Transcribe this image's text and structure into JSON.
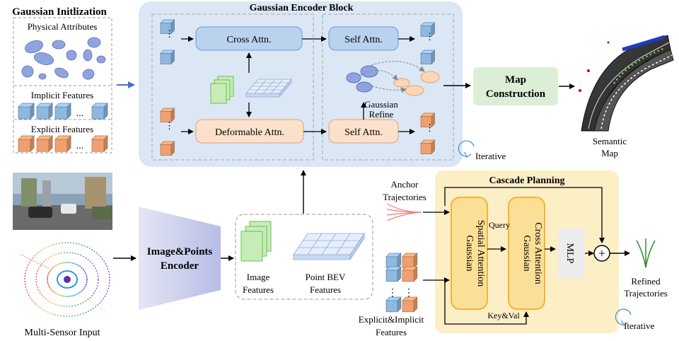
{
  "init": {
    "title": "Gaussian Initlization",
    "physical": "Physical Attributes",
    "implicit": "Implicit Features",
    "explicit": "Explicit Features",
    "dots": "..."
  },
  "encoder": {
    "title": "Gaussian Encoder Block",
    "cross": "Cross Attn.",
    "self_top": "Self Attn.",
    "deform": "Deformable Attn.",
    "self_bottom": "Self Attn.",
    "refine_1": "Gaussian",
    "refine_2": "Refine",
    "iterative": "Iterative"
  },
  "map": {
    "box_1": "Map",
    "box_2": "Construction",
    "label_1": "Semantic",
    "label_2": "Map"
  },
  "input": {
    "label": "Multi-Sensor Input",
    "encoder_1": "Image&Points",
    "encoder_2": "Encoder"
  },
  "features": {
    "image_1": "Image",
    "image_2": "Features",
    "bev_1": "Point BEV",
    "bev_2": "Features"
  },
  "planning": {
    "title": "Cascade Planning",
    "anchor_1": "Anchor",
    "anchor_2": "Trajectories",
    "spatial_1": "Gaussian",
    "spatial_2": "Spatial Attention",
    "cross_1": "Gaussian",
    "cross_2": "Cross Attention",
    "query": "Query",
    "keyval": "Key&Val",
    "mlp": "MLP",
    "plus": "+",
    "refined_1": "Refined",
    "refined_2": "Trajectories",
    "feat_1": "Explicit&Implicit",
    "feat_2": "Features",
    "iterative": "Iterative"
  },
  "colors": {
    "encoder_bg": "#dbe7f5",
    "planning_bg": "#fcefc6",
    "map_box": "#dcefd6",
    "cube_blue": "#8fb8e0",
    "cube_orange": "#f0a070",
    "ellipse": "#8fa4de",
    "attn_blue": "#b9d2ee",
    "attn_orange": "#fbe1cc",
    "attn_yellow": "#fcdf97"
  }
}
